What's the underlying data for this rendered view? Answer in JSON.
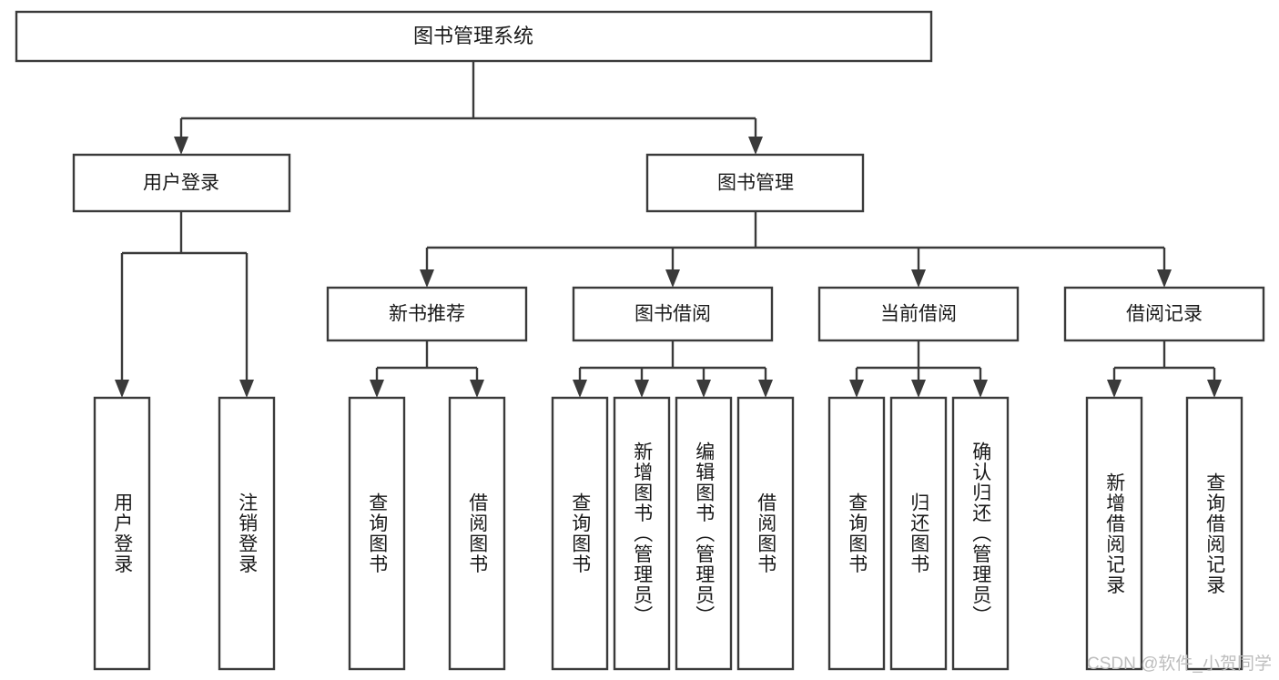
{
  "diagram": {
    "type": "tree",
    "title": "图书管理系统",
    "watermark": "CSDN @软件_小贺同学",
    "colors": {
      "background": "#ffffff",
      "box_fill": "#ffffff",
      "stroke": "#3a3a3a",
      "text": "#1a1a1a",
      "watermark": "#bdbdbd"
    },
    "nodes": {
      "root": {
        "label": "图书管理系统",
        "orientation": "horizontal"
      },
      "level2": [
        {
          "id": "user-login",
          "label": "用户登录",
          "orientation": "horizontal"
        },
        {
          "id": "book-manage",
          "label": "图书管理",
          "orientation": "horizontal"
        }
      ],
      "level3": [
        {
          "id": "new-book-recommend",
          "label": "新书推荐",
          "orientation": "horizontal"
        },
        {
          "id": "book-borrow",
          "label": "图书借阅",
          "orientation": "horizontal"
        },
        {
          "id": "current-borrow",
          "label": "当前借阅",
          "orientation": "horizontal"
        },
        {
          "id": "borrow-record",
          "label": "借阅记录",
          "orientation": "horizontal"
        }
      ],
      "leaves": {
        "user_login": [
          {
            "id": "leaf-user-login",
            "label": "用户登录",
            "orientation": "vertical"
          },
          {
            "id": "leaf-logout-login",
            "label": "注销登录",
            "orientation": "vertical"
          }
        ],
        "new_book_recommend": [
          {
            "id": "leaf-query-book-1",
            "label": "查询图书",
            "orientation": "vertical"
          },
          {
            "id": "leaf-borrow-book-1",
            "label": "借阅图书",
            "orientation": "vertical"
          }
        ],
        "book_borrow": [
          {
            "id": "leaf-query-book-2",
            "label": "查询图书",
            "orientation": "vertical"
          },
          {
            "id": "leaf-add-book-admin",
            "label": "新增图书（管理员）",
            "orientation": "vertical"
          },
          {
            "id": "leaf-edit-book-admin",
            "label": "编辑图书（管理员）",
            "orientation": "vertical"
          },
          {
            "id": "leaf-borrow-book-2",
            "label": "借阅图书",
            "orientation": "vertical"
          }
        ],
        "current_borrow": [
          {
            "id": "leaf-query-book-3",
            "label": "查询图书",
            "orientation": "vertical"
          },
          {
            "id": "leaf-return-book",
            "label": "归还图书",
            "orientation": "vertical"
          },
          {
            "id": "leaf-confirm-return-admin",
            "label": "确认归还（管理员）",
            "orientation": "vertical"
          }
        ],
        "borrow_record": [
          {
            "id": "leaf-add-borrow-record",
            "label": "新增借阅记录",
            "orientation": "vertical"
          },
          {
            "id": "leaf-query-borrow-record",
            "label": "查询借阅记录",
            "orientation": "vertical"
          }
        ]
      }
    }
  }
}
